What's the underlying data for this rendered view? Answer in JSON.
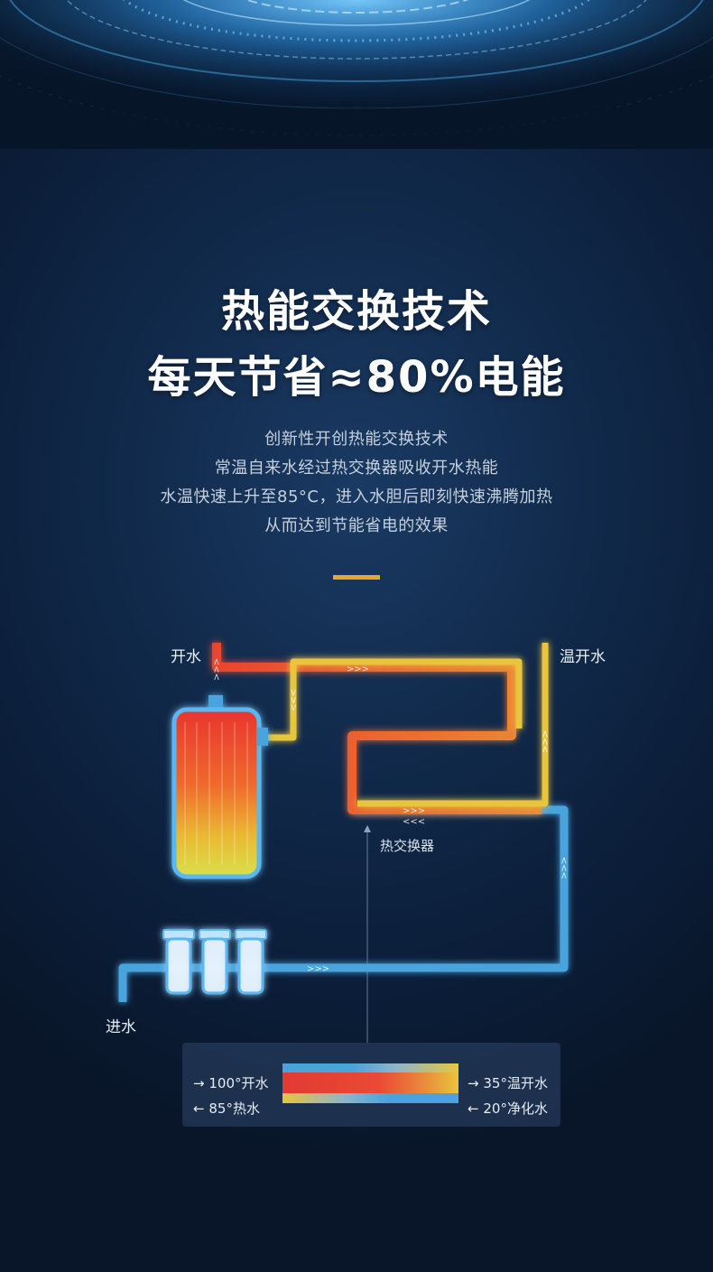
{
  "headline": {
    "line1": "热能交换技术",
    "line2": "每天节省≈80%电能"
  },
  "description": [
    "创新性开创热能交换技术",
    "常温自来水经过热交换器吸收开水热能",
    "水温快速上升至85°C，进入水胆后即刻快速沸腾加热",
    "从而达到节能省电的效果"
  ],
  "diagram": {
    "label_boiling": "开水",
    "label_warm": "温开水",
    "label_exchanger": "热交换器",
    "label_inlet": "进水"
  },
  "legend": {
    "left_top": "100°开水",
    "left_bottom": "85°热水",
    "right_top": "35°温开水",
    "right_bottom": "20°净化水"
  },
  "colors": {
    "hot_pipe": "#e8453a",
    "warm_pipe": "#e9c53c",
    "cold_pipe": "#4aa3dc",
    "accent": "#e7a533"
  }
}
